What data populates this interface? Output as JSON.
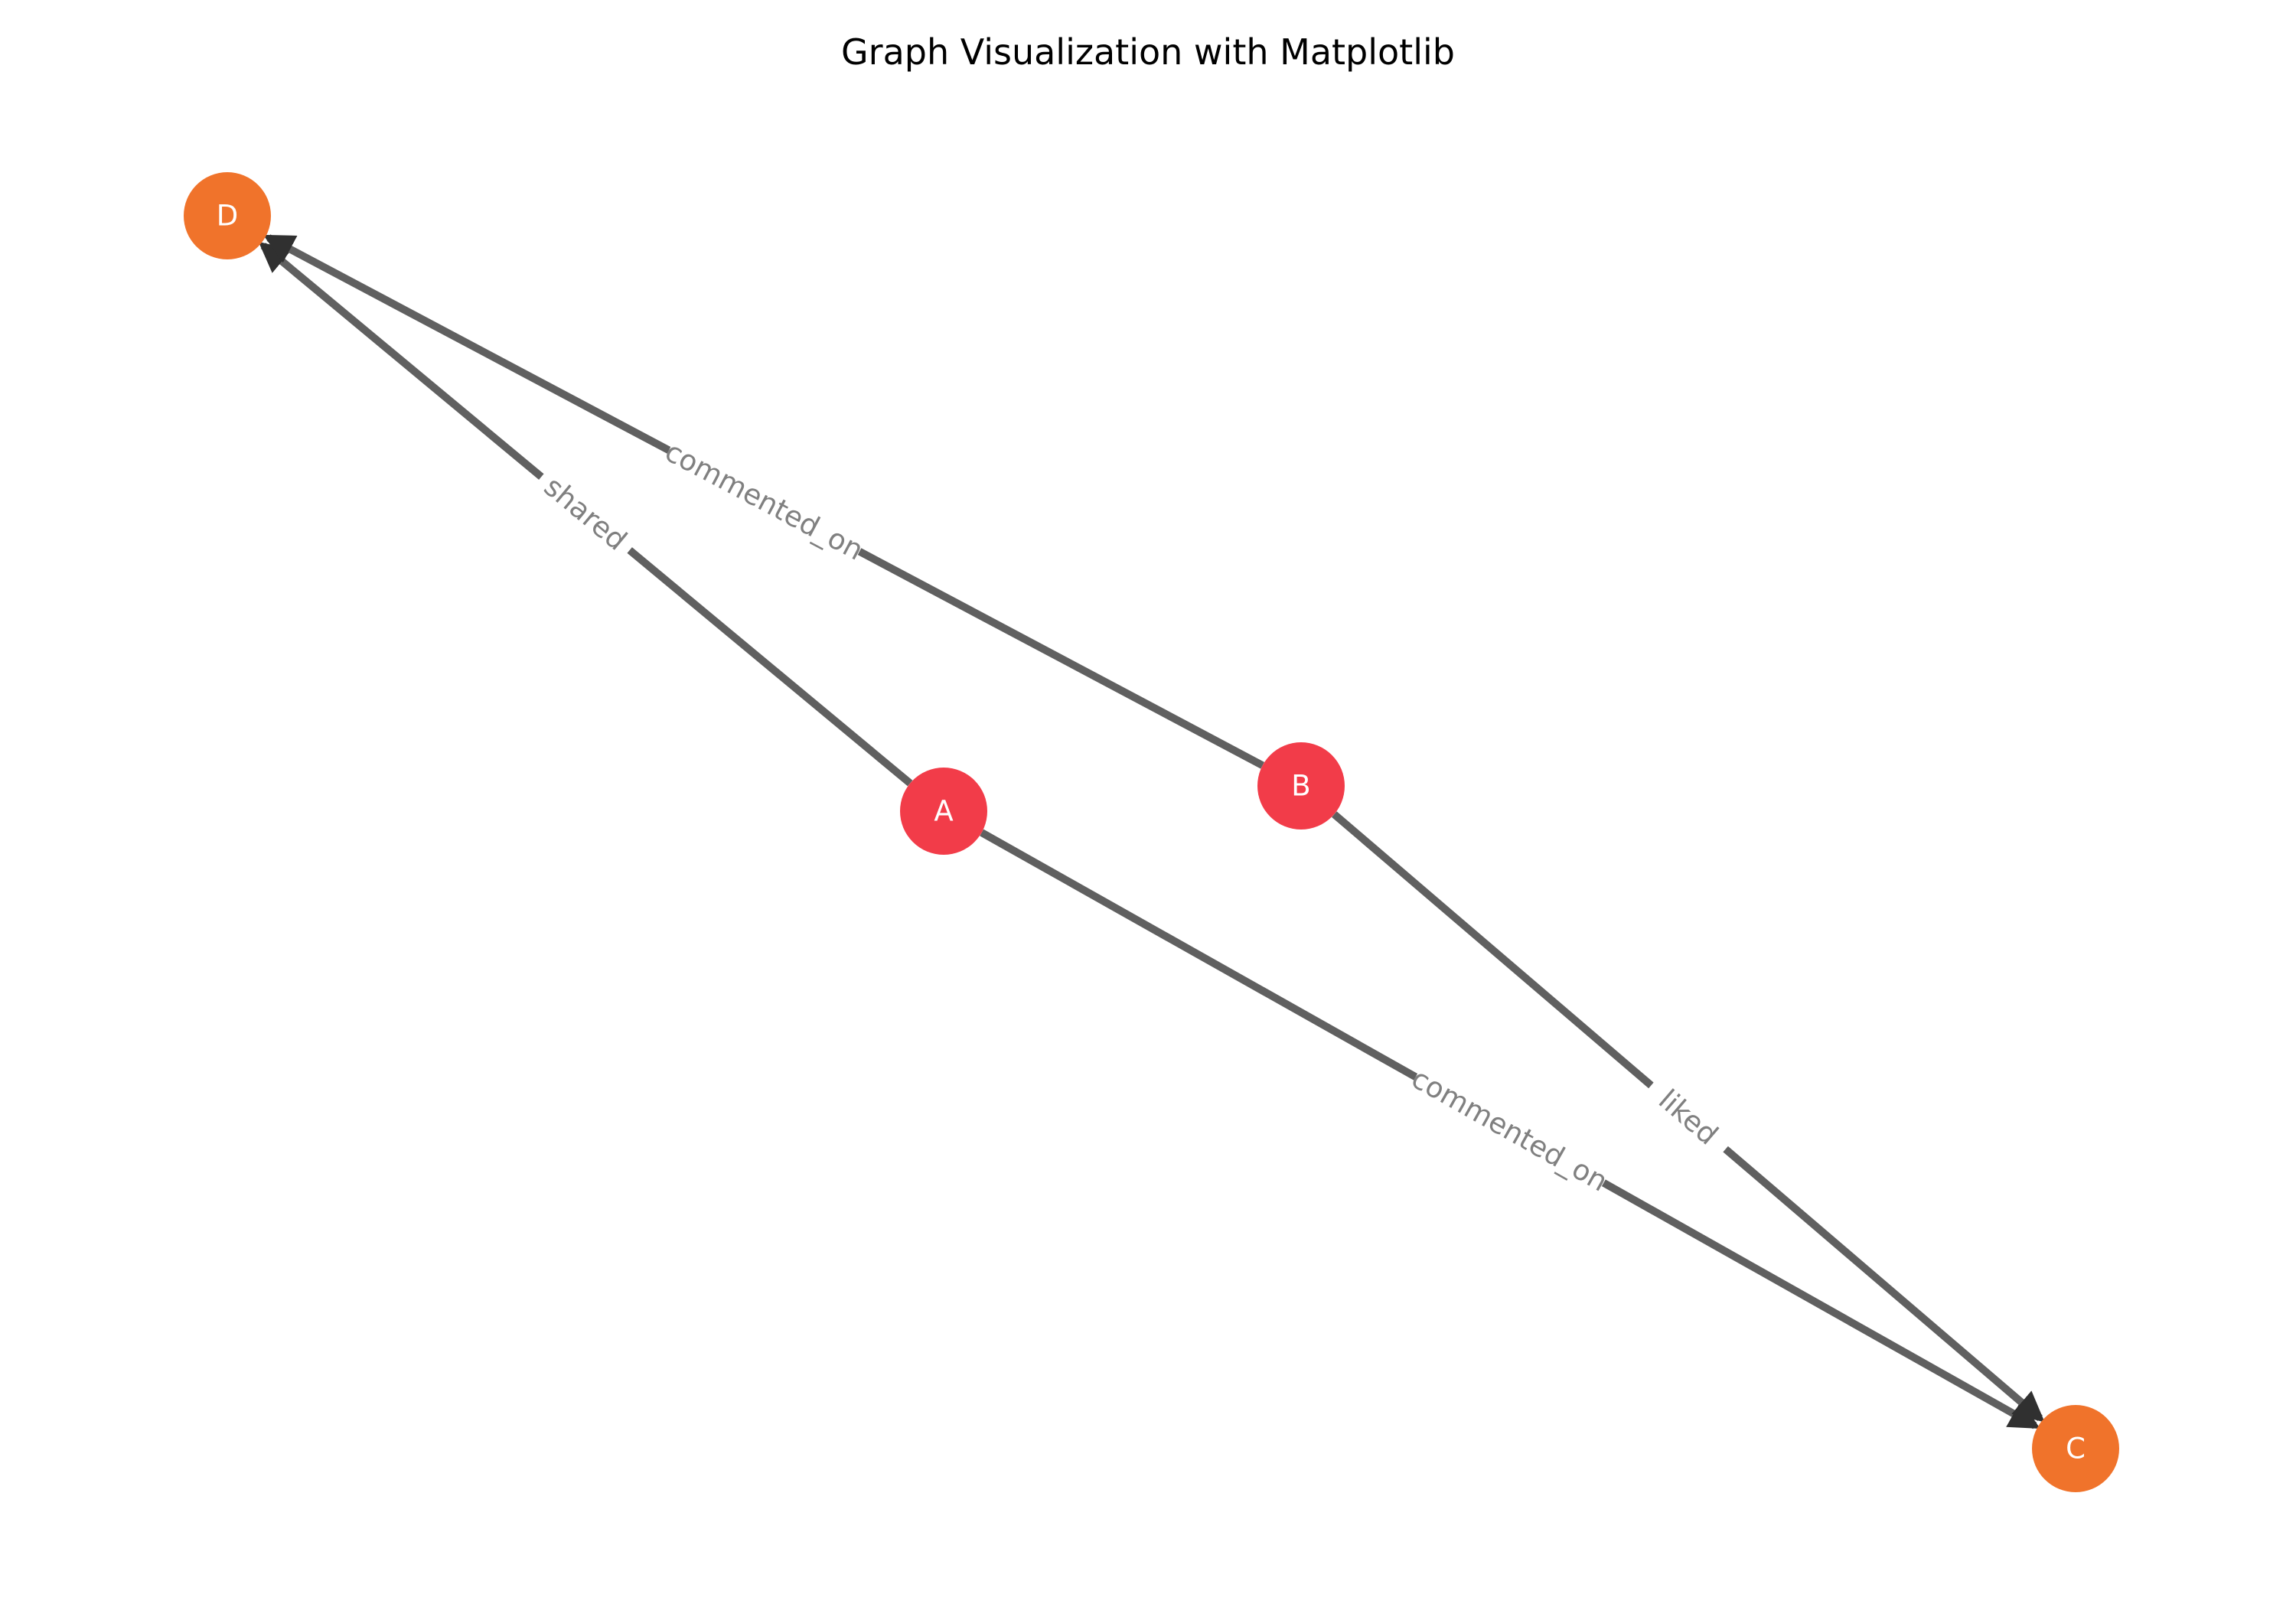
{
  "title": "Graph Visualization with Matplotlib",
  "colors": {
    "edge": "#606060",
    "edge_label": "#808080",
    "node_source": "#f23c49",
    "node_target": "#f0732b",
    "node_text": "#ffffff"
  },
  "nodes": [
    {
      "id": "A",
      "label": "A",
      "role": "source"
    },
    {
      "id": "B",
      "label": "B",
      "role": "source"
    },
    {
      "id": "C",
      "label": "C",
      "role": "target"
    },
    {
      "id": "D",
      "label": "D",
      "role": "target"
    }
  ],
  "edges": [
    {
      "source": "A",
      "target": "D",
      "label": "shared"
    },
    {
      "source": "A",
      "target": "C",
      "label": "commented_on"
    },
    {
      "source": "B",
      "target": "D",
      "label": "commented_on"
    },
    {
      "source": "B",
      "target": "C",
      "label": "liked"
    }
  ]
}
